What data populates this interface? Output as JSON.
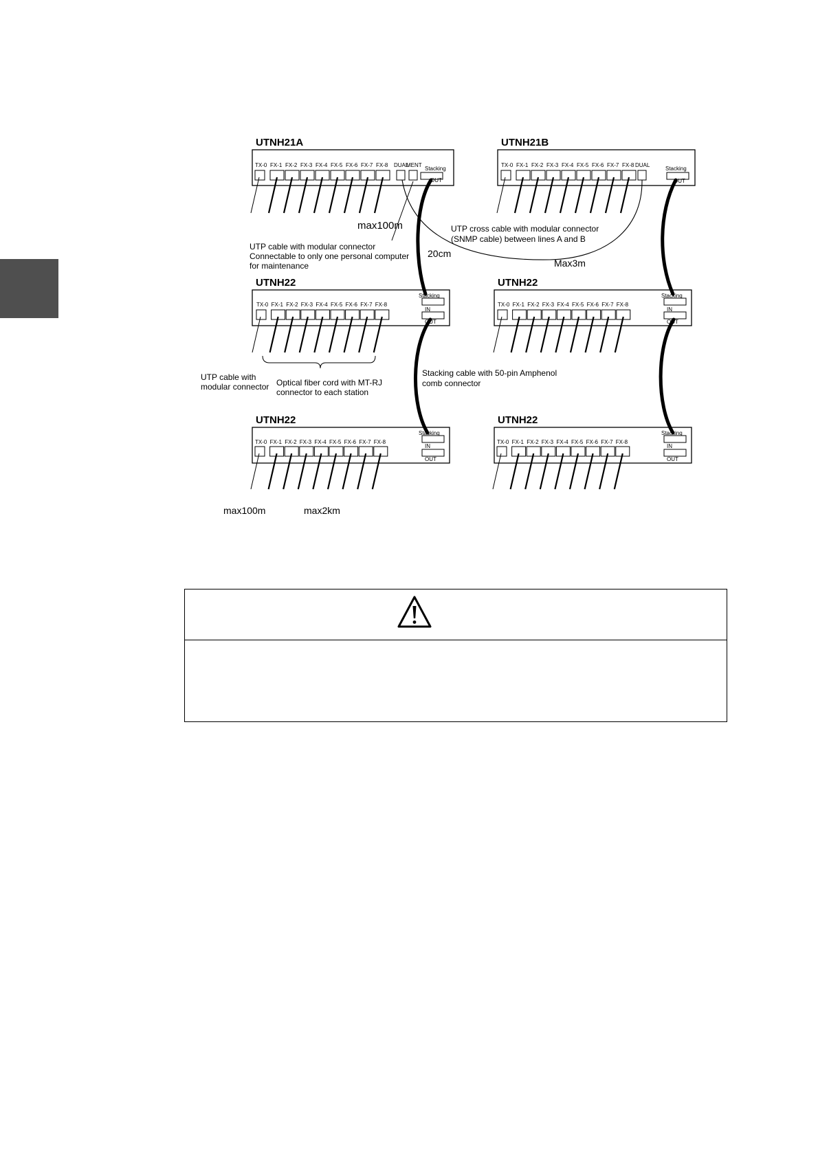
{
  "units": [
    {
      "title": "UTNH21A",
      "ports": [
        "TX-0",
        "FX-1",
        "FX-2",
        "FX-3",
        "FX-4",
        "FX-5",
        "FX-6",
        "FX-7",
        "FX-8"
      ],
      "extra_ports": [
        "DUAL",
        "MENT"
      ],
      "stacking": {
        "label": "Stacking",
        "out": "OUT"
      }
    },
    {
      "title": "UTNH21B",
      "ports": [
        "TX-0",
        "FX-1",
        "FX-2",
        "FX-3",
        "FX-4",
        "FX-5",
        "FX-6",
        "FX-7",
        "FX-8"
      ],
      "extra_ports": [
        "DUAL"
      ],
      "stacking": {
        "label": "Stacking",
        "out": "OUT"
      }
    },
    {
      "title": "UTNH22",
      "ports": [
        "TX-0",
        "FX-1",
        "FX-2",
        "FX-3",
        "FX-4",
        "FX-5",
        "FX-6",
        "FX-7",
        "FX-8"
      ],
      "stacking": {
        "label": "Stacking",
        "in": "IN",
        "out": "OUT"
      }
    },
    {
      "title": "UTNH22",
      "ports": [
        "TX-0",
        "FX-1",
        "FX-2",
        "FX-3",
        "FX-4",
        "FX-5",
        "FX-6",
        "FX-7",
        "FX-8"
      ],
      "stacking": {
        "label": "Stacking",
        "in": "IN",
        "out": "OUT"
      }
    },
    {
      "title": "UTNH22",
      "ports": [
        "TX-0",
        "FX-1",
        "FX-2",
        "FX-3",
        "FX-4",
        "FX-5",
        "FX-6",
        "FX-7",
        "FX-8"
      ],
      "stacking": {
        "label": "Stacking",
        "in": "IN",
        "out": "OUT"
      }
    },
    {
      "title": "UTNH22",
      "ports": [
        "TX-0",
        "FX-1",
        "FX-2",
        "FX-3",
        "FX-4",
        "FX-5",
        "FX-6",
        "FX-7",
        "FX-8"
      ],
      "stacking": {
        "label": "Stacking",
        "in": "IN",
        "out": "OUT"
      }
    }
  ],
  "annotations": {
    "max100m_top": "max100m",
    "utp_maint": [
      "UTP cable with modular connector",
      "Connectable to only one personal computer",
      "for maintenance"
    ],
    "cross_cable": [
      "UTP cross cable with modular connector",
      "(SNMP cable) between lines A and B"
    ],
    "len_20cm": "20cm",
    "len_max3m": "Max3m",
    "utp_modular": [
      "UTP cable with",
      "modular connector"
    ],
    "optical": [
      "Optical fiber cord with MT-RJ",
      "connector to each station"
    ],
    "stacking_cable": [
      "Stacking cable with 50-pin Amphenol",
      "comb connector"
    ],
    "max100m_bottom": "max100m",
    "max2km": "max2km"
  },
  "warning": {
    "icon": "warning-triangle-icon"
  }
}
